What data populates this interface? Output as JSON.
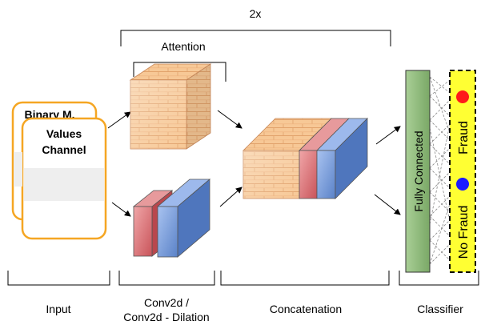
{
  "repeat_label": "2x",
  "attention_label": "Attention",
  "input": {
    "card_back_label": "Binary M.",
    "card_front_line1": "Values",
    "card_front_line2": "Channel"
  },
  "fully_connected_label": "Fully Connected",
  "outputs": {
    "fraud_label": "Fraud",
    "no_fraud_label": "No Fraud"
  },
  "sections": {
    "input": "Input",
    "conv_line1": "Conv2d /",
    "conv_line2": "Conv2d - Dilation",
    "concatenation": "Concatenation",
    "classifier": "Classifier"
  },
  "colors": {
    "input_border": "#f5a623",
    "brick": "#f6c08f",
    "conv_red": "#d46a6e",
    "conv_blue": "#6e95d8",
    "fc_green": "#8fbc7a",
    "output_yellow": "#ffff33",
    "fraud_dot": "#ff1a1a",
    "no_fraud_dot": "#1a1aff"
  }
}
